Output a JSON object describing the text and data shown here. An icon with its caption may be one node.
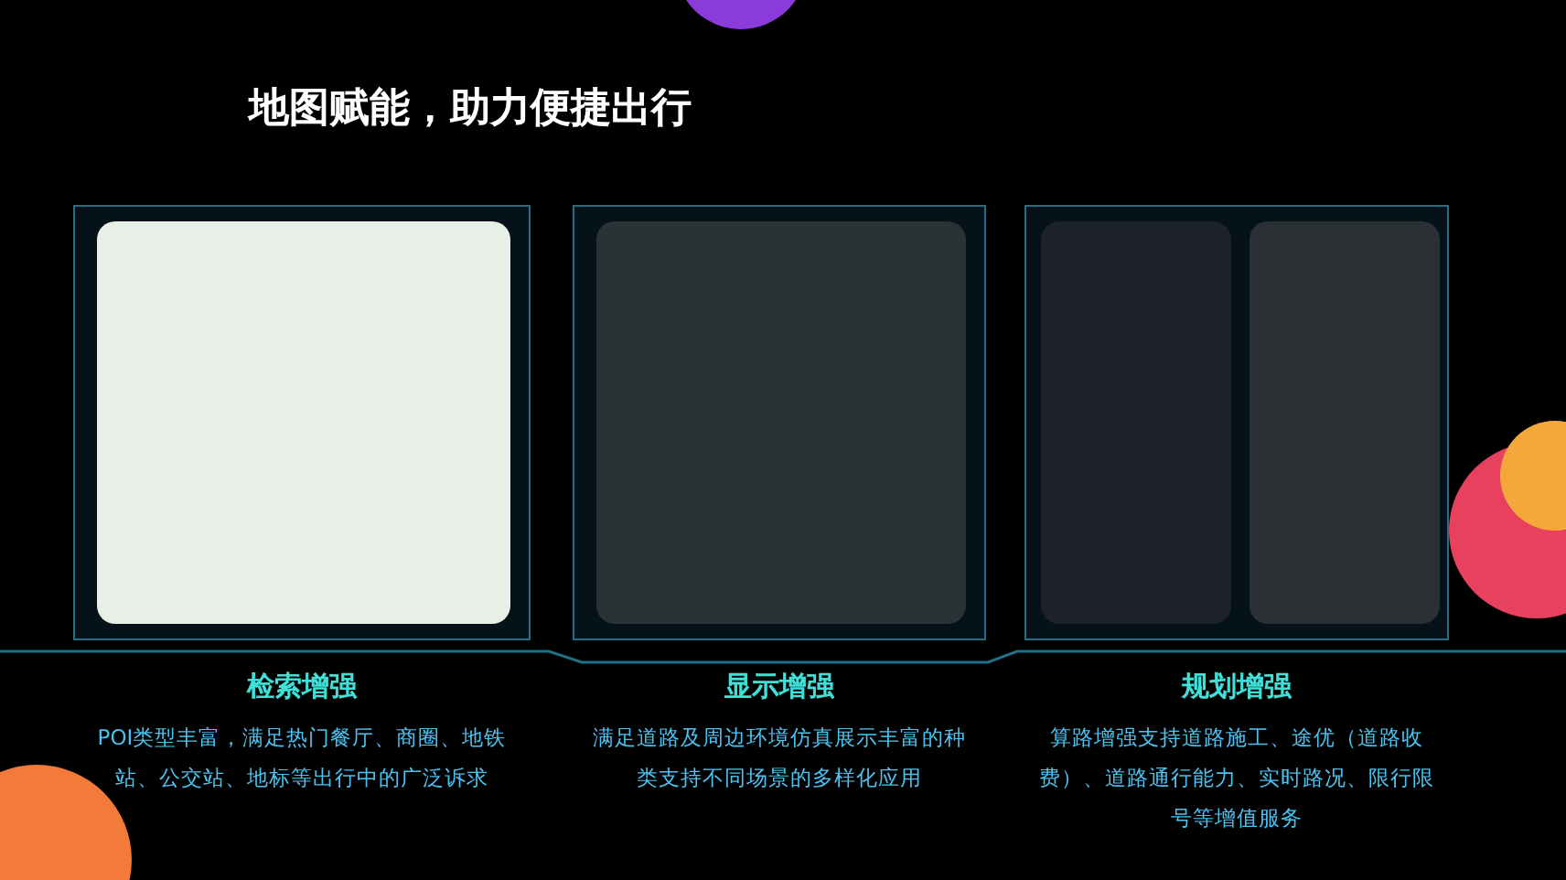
{
  "diagram": {
    "title": "地图赋能，助力便捷出行",
    "nodes": [
      {
        "text": [
          "检索增强",
          "POI类型丰富，满足热门餐厅、商圈、地铁站、公交站、地标等出行中的广泛诉求"
        ]
      },
      {
        "text": [
          "显示增强",
          "满足道路及周边环境仿真展示丰富的种类支持不同场景的多样化应用"
        ]
      },
      {
        "text": [
          "规划增强",
          "算路增强支持道路施工、途优（道路收费）、道路通行能力、实时路况、限行限号等增值服务"
        ]
      }
    ]
  }
}
